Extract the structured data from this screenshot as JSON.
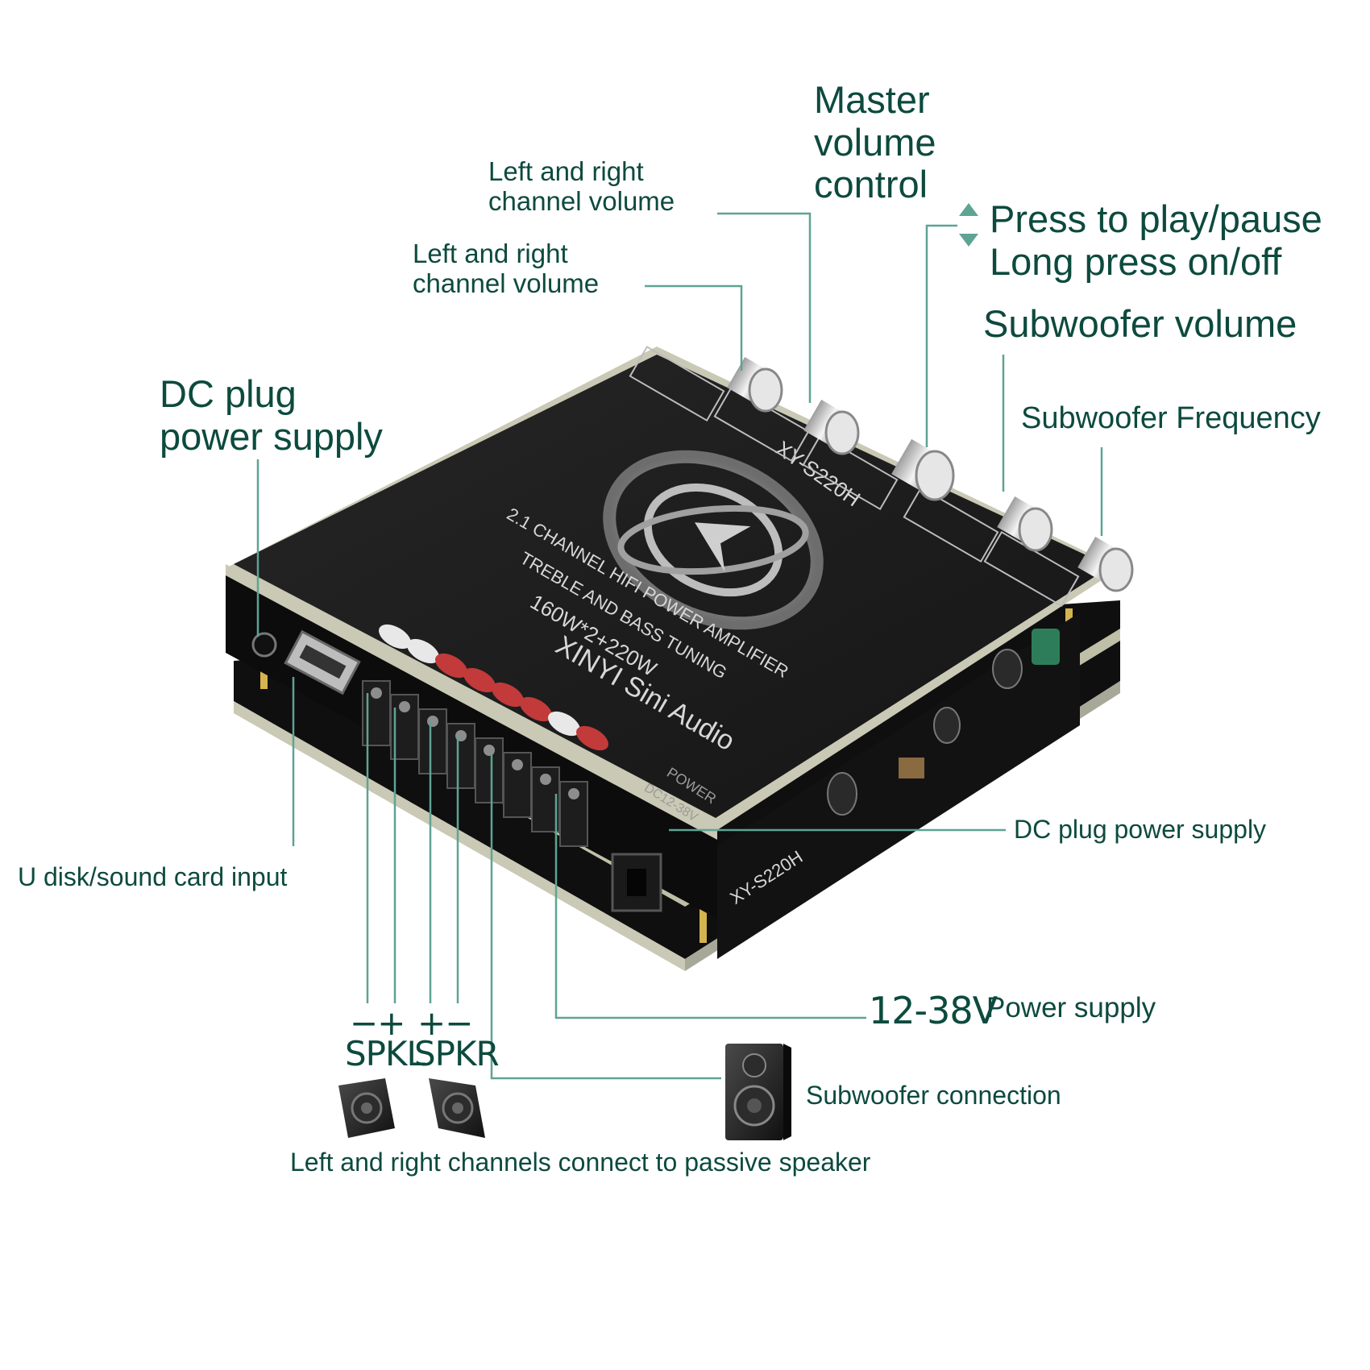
{
  "labels": {
    "master_volume": "Master\nvolume\ncontrol",
    "lr_volume_1": "Left and right\nchannel volume",
    "lr_volume_2": "Left and right\nchannel volume",
    "play_pause": "Press to play/pause\nLong press on/off",
    "subwoofer_volume": "Subwoofer volume",
    "subwoofer_frequency": "Subwoofer Frequency",
    "dc_plug_top": "DC plug\npower supply",
    "dc_plug_right": "DC plug power supply",
    "usb_input": "U disk/sound card input",
    "voltage": "12-38V",
    "power_supply": "Power supply",
    "subwoofer_connection": "Subwoofer connection",
    "passive_speaker": "Left and right channels connect to passive speaker",
    "spkl_polarity": "−+",
    "spkr_polarity": "+−",
    "spkl": "SPKL",
    "spkr": "SPKR"
  },
  "board": {
    "brand": "XINYI Sini Audio",
    "power": "160W*2+220W",
    "feature": "TREBLE AND BASS TUNING",
    "type": "2.1 CHANNEL HIFI POWER AMPLIFIER",
    "model": "XY-S220H",
    "model_side": "XY-S220H",
    "power_marking": "POWER",
    "dc_marking": "DC12-38V"
  },
  "colors": {
    "label_text": "#0d4a3e",
    "leader_line": "#5fa394",
    "board_top": "#1c1c1c",
    "board_edge": "#c9c9b5"
  }
}
